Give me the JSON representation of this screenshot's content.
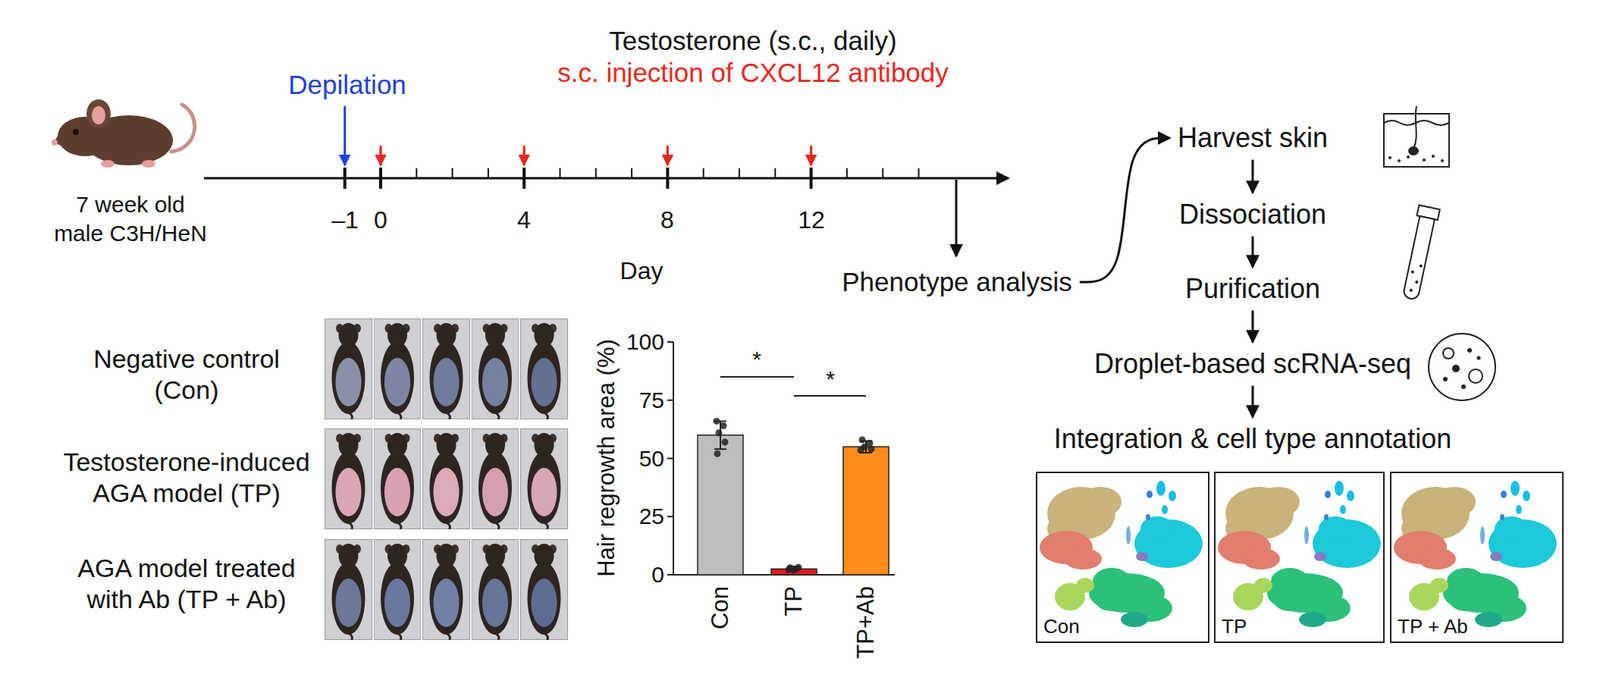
{
  "diagram": {
    "nodes": [
      {
        "text": [
          "Phenotype analysis"
        ]
      },
      {
        "text": [
          "Harvest skin"
        ]
      },
      {
        "text": [
          "Dissociation"
        ]
      },
      {
        "text": [
          "Purification"
        ]
      },
      {
        "text": [
          "Droplet-based scRNA-seq"
        ]
      },
      {
        "text": [
          "Integration & cell type annotation"
        ]
      },
      {
        "text": [
          "Con"
        ]
      },
      {
        "text": [
          "TP"
        ]
      },
      {
        "text": [
          "TP + Ab"
        ]
      }
    ],
    "edges": [
      {
        "from": 0,
        "to": 1,
        "arrow": "to"
      },
      {
        "from": 1,
        "to": 2,
        "arrow": "to"
      },
      {
        "from": 2,
        "to": 3,
        "arrow": "to"
      },
      {
        "from": 3,
        "to": 4,
        "arrow": "to"
      },
      {
        "from": 4,
        "to": 5,
        "arrow": "to"
      }
    ],
    "labels": [
      "Depilation",
      "Testosterone (s.c., daily)",
      "s.c. injection of CXCL12 antibody",
      "7 week old male C3H/HeN",
      "–1",
      "0",
      "4",
      "8",
      "12",
      "Day",
      "Negative control (Con)",
      "Testosterone-induced AGA model (TP)",
      "AGA model treated with Ab (TP + Ab)",
      "100",
      "75",
      "50",
      "25",
      "0",
      "Hair regrowth area (%)",
      "*",
      "*",
      "Con",
      "TP",
      "TP+Ab"
    ]
  }
}
